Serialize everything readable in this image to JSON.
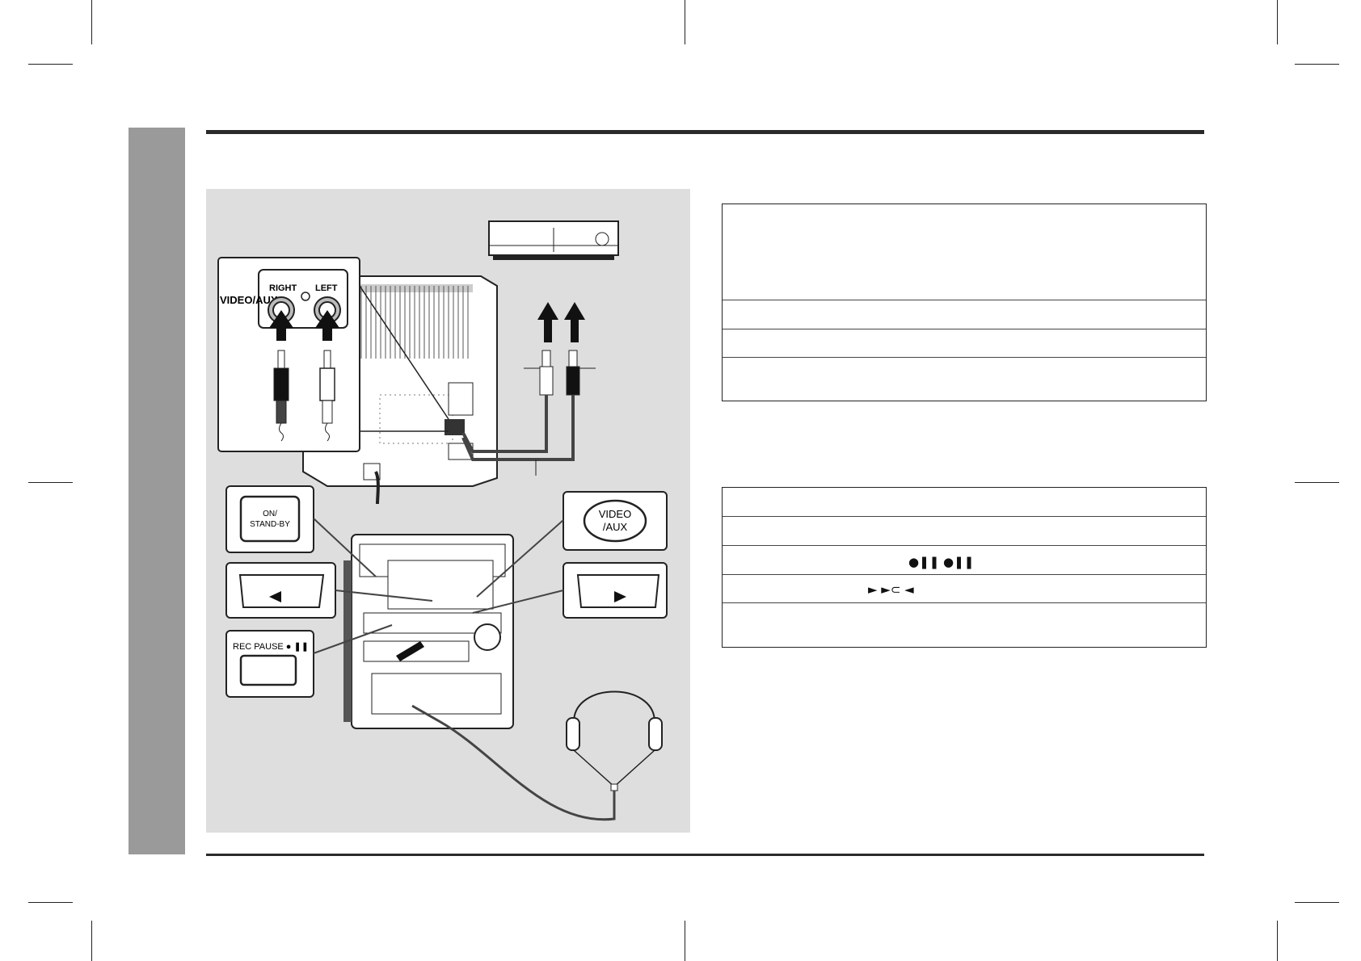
{
  "figure": {
    "labels": {
      "video_aux_jacks": "VIDEO/AUX",
      "right_jack": "RIGHT",
      "left_jack": "LEFT",
      "on_standby": [
        "ON/",
        "STAND-BY"
      ],
      "video_aux_button": [
        "VIDEO",
        "/AUX"
      ],
      "rec_pause": "REC PAUSE ● ❚❚"
    },
    "icons": [
      "vcr-icon",
      "rca-cable-icon",
      "stereo-system-icon",
      "headphones-icon",
      "reverse-play-icon",
      "forward-play-icon"
    ]
  },
  "tables": {
    "record_table": {
      "rows": [
        {
          "symbols": ""
        },
        {
          "symbols": ""
        },
        {
          "symbols": "●❚❚  ●❚❚"
        },
        {
          "symbols": "►  ►⊂      ◄"
        },
        {
          "symbols": ""
        }
      ]
    }
  }
}
